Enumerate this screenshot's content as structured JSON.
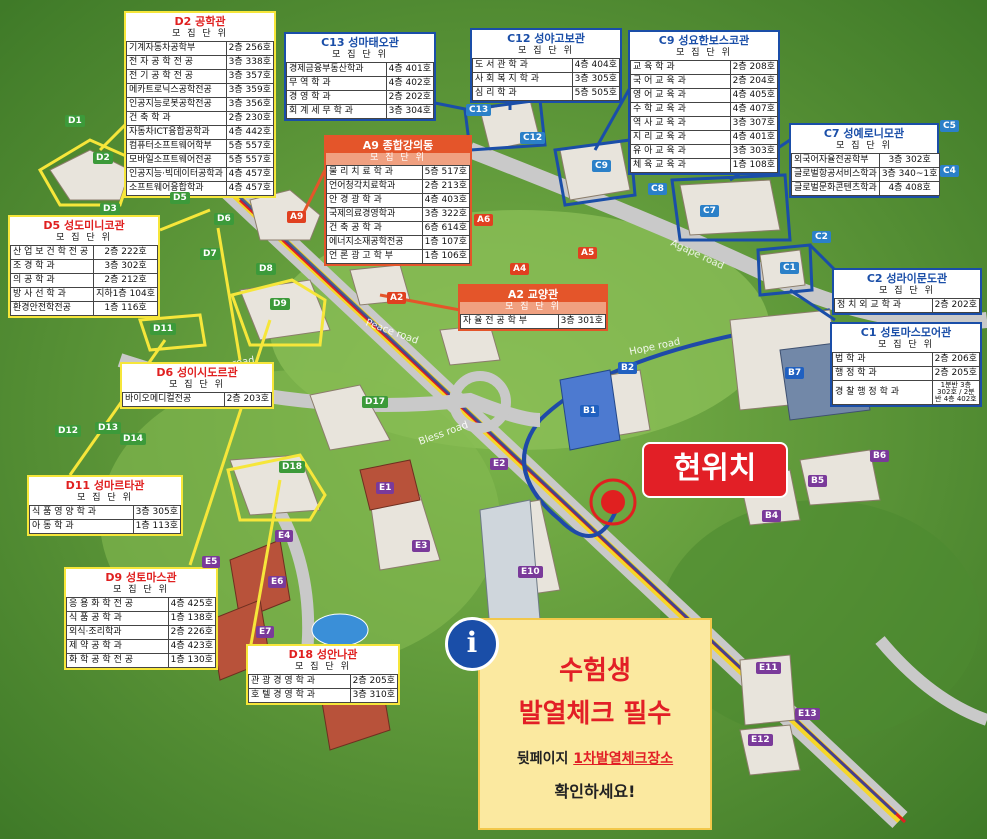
{
  "notice": {
    "line1": "수험생",
    "line2": "발열체크 필수",
    "line3a": "뒷페이지 ",
    "line3b": "1차발열체크장소",
    "line4": "확인하세요!"
  },
  "current_location": "현위치",
  "info_icon": "i",
  "roads": {
    "hope": "Hope road",
    "peace": "Peace road",
    "joy": "Joy road",
    "bless": "Bless road",
    "agape": "Agape road"
  },
  "recruit_label": "모 집 단 위",
  "buildings": {
    "D2": {
      "title": "D2 공학관",
      "rows": [
        [
          "기계자동차공학부",
          "2층 256호"
        ],
        [
          "전 자 공 학 전 공",
          "3층 338호"
        ],
        [
          "전 기 공 학 전 공",
          "3층 357호"
        ],
        [
          "메카트로닉스공학전공",
          "3층 359호"
        ],
        [
          "인공지능로봇공학전공",
          "3층 356호"
        ],
        [
          "건 축 학 과",
          "2층 230호"
        ],
        [
          "자동차ICT융합공학과",
          "4층 442호"
        ],
        [
          "컴퓨터소프트웨어학부",
          "5층 557호"
        ],
        [
          "모바일소프트웨어전공",
          "5층 557호"
        ],
        [
          "인공지능·빅데이터공학과",
          "4층 457호"
        ],
        [
          "소프트웨어융합학과",
          "4층 457호"
        ]
      ]
    },
    "C13": {
      "title": "C13 성마태오관",
      "rows": [
        [
          "경제금융부동산학과",
          "4층 401호"
        ],
        [
          "무 역 학 과",
          "4층 402호"
        ],
        [
          "경 영 학 과",
          "2층 202호"
        ],
        [
          "회 계 세 무 학 과",
          "3층 304호"
        ]
      ]
    },
    "C12": {
      "title": "C12 성야고보관",
      "rows": [
        [
          "도 서 관 학 과",
          "4층 404호"
        ],
        [
          "사 회 복 지 학 과",
          "3층 305호"
        ],
        [
          "심 리 학 과",
          "5층 505호"
        ]
      ]
    },
    "C9": {
      "title": "C9 성요한보스코관",
      "rows": [
        [
          "교 육 학 과",
          "2층 208호"
        ],
        [
          "국 어 교 육 과",
          "2층 204호"
        ],
        [
          "영 어 교 육 과",
          "4층 405호"
        ],
        [
          "수 학 교 육 과",
          "4층 407호"
        ],
        [
          "역 사 교 육 과",
          "3층 307호"
        ],
        [
          "지 리 교 육 과",
          "4층 401호"
        ],
        [
          "유 아 교 육 과",
          "3층 303호"
        ],
        [
          "체 육 교 육 과",
          "1층 108호"
        ]
      ]
    },
    "C7": {
      "title": "C7 성예로니모관",
      "rows": [
        [
          "외국어자율전공학부",
          "3층 302호"
        ],
        [
          "글로벌항공서비스학과",
          "3층 340~1호"
        ],
        [
          "글로벌문화콘텐츠학과",
          "4층 408호"
        ]
      ]
    },
    "A9": {
      "title": "A9 종합강의동",
      "rows": [
        [
          "물 리 치 료 학 과",
          "5층 517호"
        ],
        [
          "언어청각치료학과",
          "2층 213호"
        ],
        [
          "안 경 광 학 과",
          "4층 403호"
        ],
        [
          "국제의료경영학과",
          "3층 322호"
        ],
        [
          "건 축 공 학 과",
          "6층 614호"
        ],
        [
          "에너지소재공학전공",
          "1층 107호"
        ],
        [
          "언 론 광 고 학 부",
          "1층 106호"
        ]
      ]
    },
    "D5": {
      "title": "D5 성도미니코관",
      "rows": [
        [
          "산 업 보 건 학 전 공",
          "2층 222호"
        ],
        [
          "조 경 학 과",
          "3층 302호"
        ],
        [
          "의 공 학 과",
          "2층 212호"
        ],
        [
          "방 사 선 학 과",
          "지하1층 104호"
        ],
        [
          "환경안전학전공",
          "1층 116호"
        ]
      ]
    },
    "A2": {
      "title": "A2 교양관",
      "rows": [
        [
          "자 율 전 공 학 부",
          "3층 301호"
        ]
      ]
    },
    "C2": {
      "title": "C2 성라이문도관",
      "rows": [
        [
          "정 치 외 교 학 과",
          "2층 202호"
        ]
      ]
    },
    "C1": {
      "title": "C1 성토마스모어관",
      "rows": [
        [
          "법 학 과",
          "2층 206호"
        ],
        [
          "행 정 학 과",
          "2층 205호"
        ],
        [
          "경 찰 행 정 학 과",
          "1분반 3층 302호 / 2분반 4층 402호"
        ]
      ]
    },
    "D6": {
      "title": "D6 성이시도르관",
      "rows": [
        [
          "바이오메디컬전공",
          "2층 203호"
        ]
      ]
    },
    "D11": {
      "title": "D11 성마르타관",
      "rows": [
        [
          "식 품 영 양 학 과",
          "3층 305호"
        ],
        [
          "아 동 학 과",
          "1층 113호"
        ]
      ]
    },
    "D9": {
      "title": "D9 성토마스관",
      "rows": [
        [
          "응 용 화 학 전 공",
          "4층 425호"
        ],
        [
          "식 품 공 학 과",
          "1층 138호"
        ],
        [
          "외식·조리학과",
          "2층 226호"
        ],
        [
          "제 약 공 학 과",
          "4층 423호"
        ],
        [
          "화 학 공 학 전 공",
          "1층 130호"
        ]
      ]
    },
    "D18": {
      "title": "D18 성안나관",
      "rows": [
        [
          "관 광 경 영 학 과",
          "2층 205호"
        ],
        [
          "호 텔 경 영 학 과",
          "3층 310호"
        ]
      ]
    }
  },
  "tags": [
    "D1",
    "D2",
    "D3",
    "D5",
    "D6",
    "D7",
    "D8",
    "D9",
    "D11",
    "D12",
    "D13",
    "D14",
    "D17",
    "D18",
    "A2",
    "A4",
    "A5",
    "A6",
    "A9",
    "C1",
    "C2",
    "C4",
    "C5",
    "C7",
    "C8",
    "C9",
    "C12",
    "C13",
    "B1",
    "B2",
    "B4",
    "B5",
    "B6",
    "B7",
    "E1",
    "E2",
    "E3",
    "E4",
    "E5",
    "E6",
    "E7",
    "E10",
    "E11",
    "E12",
    "E13"
  ]
}
